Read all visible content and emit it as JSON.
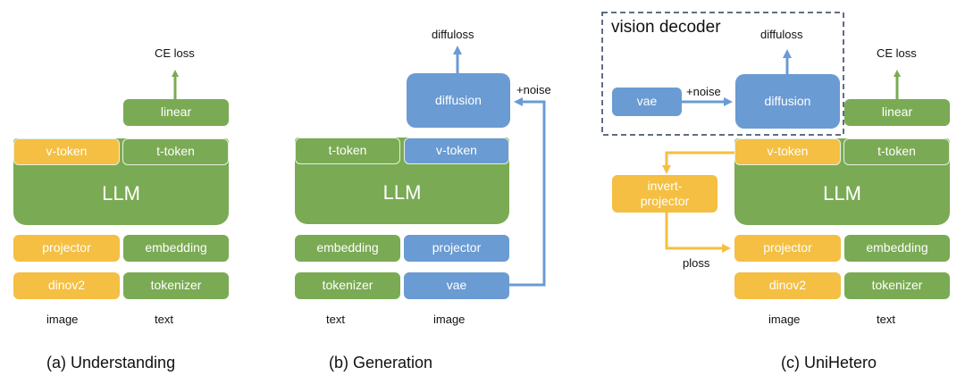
{
  "colors": {
    "text_module": "#7aab54",
    "vision_understanding_module": "#f4bf42",
    "vision_generation_module": "#6a9bd3",
    "dashed_frame": "#2f3b5c"
  },
  "panel_a": {
    "caption": "(a) Understanding",
    "loss_label": "CE loss",
    "linear": "linear",
    "v_token": "v-token",
    "t_token": "t-token",
    "llm": "LLM",
    "projector": "projector",
    "embedding": "embedding",
    "dinov2": "dinov2",
    "tokenizer": "tokenizer",
    "input_left": "image",
    "input_right": "text"
  },
  "panel_b": {
    "caption": "(b) Generation",
    "loss_label": "diffuloss",
    "diffusion": "diffusion",
    "noise_label": "+noise",
    "t_token": "t-token",
    "v_token": "v-token",
    "llm": "LLM",
    "embedding": "embedding",
    "projector": "projector",
    "tokenizer": "tokenizer",
    "vae": "vae",
    "input_left": "text",
    "input_right": "image"
  },
  "panel_c": {
    "caption": "(c) UniHetero",
    "decoder_title": "vision decoder",
    "vae": "vae",
    "noise_label": "+noise",
    "diffusion": "diffusion",
    "diffu_loss_label": "diffuloss",
    "ce_loss_label": "CE loss",
    "linear": "linear",
    "v_token": "v-token",
    "t_token": "t-token",
    "llm": "LLM",
    "invert_projector": "invert-\nprojector",
    "ploss_label": "ploss",
    "projector": "projector",
    "embedding": "embedding",
    "dinov2": "dinov2",
    "tokenizer": "tokenizer",
    "input_left": "image",
    "input_right": "text"
  }
}
